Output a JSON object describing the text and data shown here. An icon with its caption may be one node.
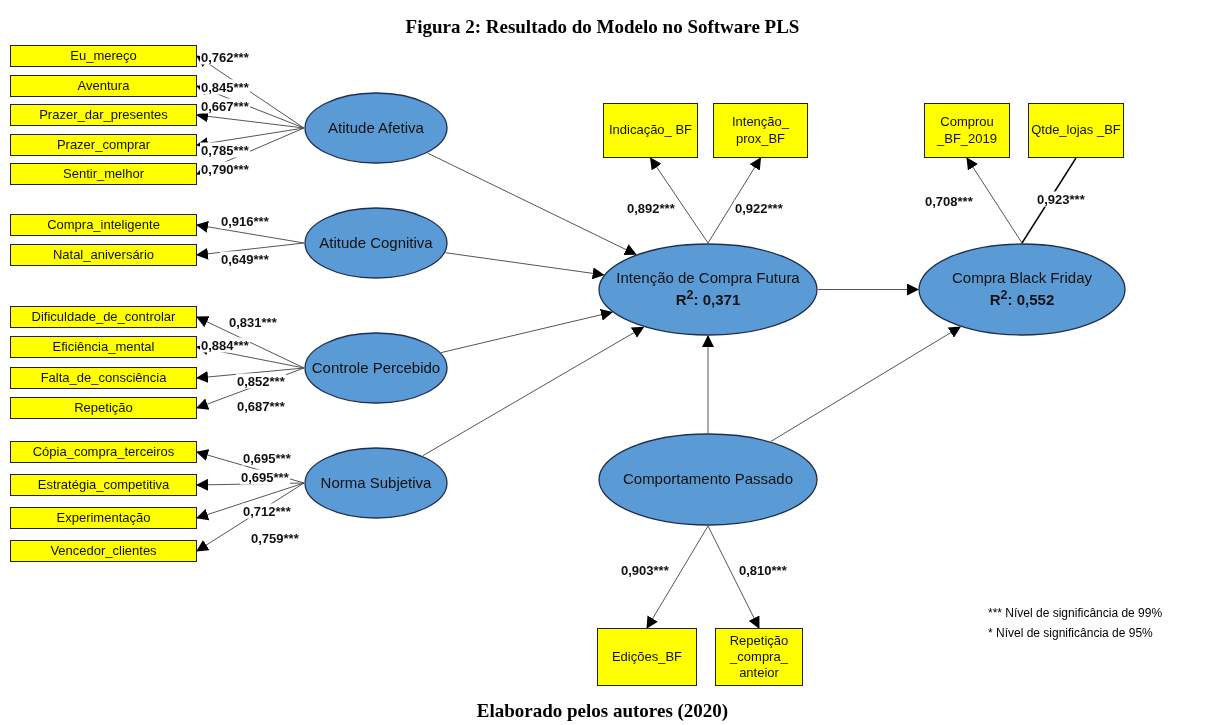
{
  "diagram": {
    "title": "Figura 2: Resultado do Modelo no Software PLS",
    "caption": "Elaborado pelos autores (2020)",
    "nodes": [
      {
        "text": [
          "Eu_mereço"
        ]
      },
      {
        "text": [
          "Aventura"
        ]
      },
      {
        "text": [
          "Prazer_dar_presentes"
        ]
      },
      {
        "text": [
          "Prazer_comprar"
        ]
      },
      {
        "text": [
          "Sentir_melhor"
        ]
      },
      {
        "text": [
          "Atitude Afetiva"
        ]
      },
      {
        "text": [
          "Indicação_ BF"
        ]
      },
      {
        "text": [
          "Intenção_ prox_BF"
        ]
      },
      {
        "text": [
          "Comprou _BF_2019"
        ]
      },
      {
        "text": [
          "Qtde_lojas _BF"
        ]
      },
      {
        "text": [
          "Compra_inteligente"
        ]
      },
      {
        "text": [
          "Natal_aniversário"
        ]
      },
      {
        "text": [
          "Atitude Cognitiva"
        ]
      },
      {
        "text": [
          "Intenção de Compra Futura",
          "R$^{2}$: 0,371"
        ]
      },
      {
        "text": [
          "Compra Black Friday",
          "R$^{2}$: 0,552"
        ]
      },
      {
        "text": [
          "Dificuldade_de_controlar"
        ]
      },
      {
        "text": [
          "Eficiência_mental"
        ]
      },
      {
        "text": [
          "Falta_de_consciência"
        ]
      },
      {
        "text": [
          "Repetição"
        ]
      },
      {
        "text": [
          "Controle Percebido"
        ]
      },
      {
        "text": [
          "Cópia_compra_terceiros"
        ]
      },
      {
        "text": [
          "Estratégia_competitiva"
        ]
      },
      {
        "text": [
          "Experimentação"
        ]
      },
      {
        "text": [
          "Vencedor_clientes"
        ]
      },
      {
        "text": [
          "Norma Subjetiva"
        ]
      },
      {
        "text": [
          "Comportamento Passado"
        ]
      },
      {
        "text": [
          "Edições_BF"
        ]
      },
      {
        "text": [
          "Repetição _compra_ anteior"
        ]
      }
    ],
    "edges": [
      {
        "from": 5,
        "to": 0,
        "arrow": "to",
        "label": "0,762***"
      },
      {
        "from": 5,
        "to": 1,
        "arrow": "to",
        "label": "0,845***"
      },
      {
        "from": 5,
        "to": 2,
        "arrow": "to",
        "label": "0,667***"
      },
      {
        "from": 5,
        "to": 3,
        "arrow": "to",
        "label": "0,785***"
      },
      {
        "from": 5,
        "to": 4,
        "arrow": "to",
        "label": "0,790***"
      },
      {
        "from": 12,
        "to": 10,
        "arrow": "to",
        "label": "0,916***"
      },
      {
        "from": 12,
        "to": 11,
        "arrow": "to",
        "label": "0,649***"
      },
      {
        "from": 19,
        "to": 15,
        "arrow": "to",
        "label": "0,831***"
      },
      {
        "from": 19,
        "to": 16,
        "arrow": "to",
        "label": "0,884***"
      },
      {
        "from": 19,
        "to": 17,
        "arrow": "to",
        "label": "0,852***"
      },
      {
        "from": 19,
        "to": 18,
        "arrow": "to",
        "label": "0,687***"
      },
      {
        "from": 24,
        "to": 20,
        "arrow": "to",
        "label": "0,695***"
      },
      {
        "from": 24,
        "to": 21,
        "arrow": "to",
        "label": "0,695***"
      },
      {
        "from": 24,
        "to": 22,
        "arrow": "to",
        "label": "0,712***"
      },
      {
        "from": 24,
        "to": 23,
        "arrow": "to",
        "label": "0,759***"
      },
      {
        "from": 13,
        "to": 6,
        "arrow": "to",
        "label": "0,892***"
      },
      {
        "from": 13,
        "to": 7,
        "arrow": "to",
        "label": "0,922***"
      },
      {
        "from": 14,
        "to": 8,
        "arrow": "to",
        "label": "0,708***"
      },
      {
        "from": 14,
        "to": 9,
        "arrow": "none",
        "label": "0,923***"
      },
      {
        "from": 25,
        "to": 26,
        "arrow": "to",
        "label": "0,903***"
      },
      {
        "from": 25,
        "to": 27,
        "arrow": "to",
        "label": "0,810***"
      },
      {
        "from": 5,
        "to": 13,
        "arrow": "to"
      },
      {
        "from": 12,
        "to": 13,
        "arrow": "to"
      },
      {
        "from": 19,
        "to": 13,
        "arrow": "to"
      },
      {
        "from": 24,
        "to": 13,
        "arrow": "to"
      },
      {
        "from": 13,
        "to": 14,
        "arrow": "to"
      },
      {
        "from": 25,
        "to": 13,
        "arrow": "to"
      },
      {
        "from": 25,
        "to": 14,
        "arrow": "to"
      }
    ],
    "labels": [
      "*** Nível de significância de 99%",
      "* Nível de significância de 95%"
    ]
  }
}
